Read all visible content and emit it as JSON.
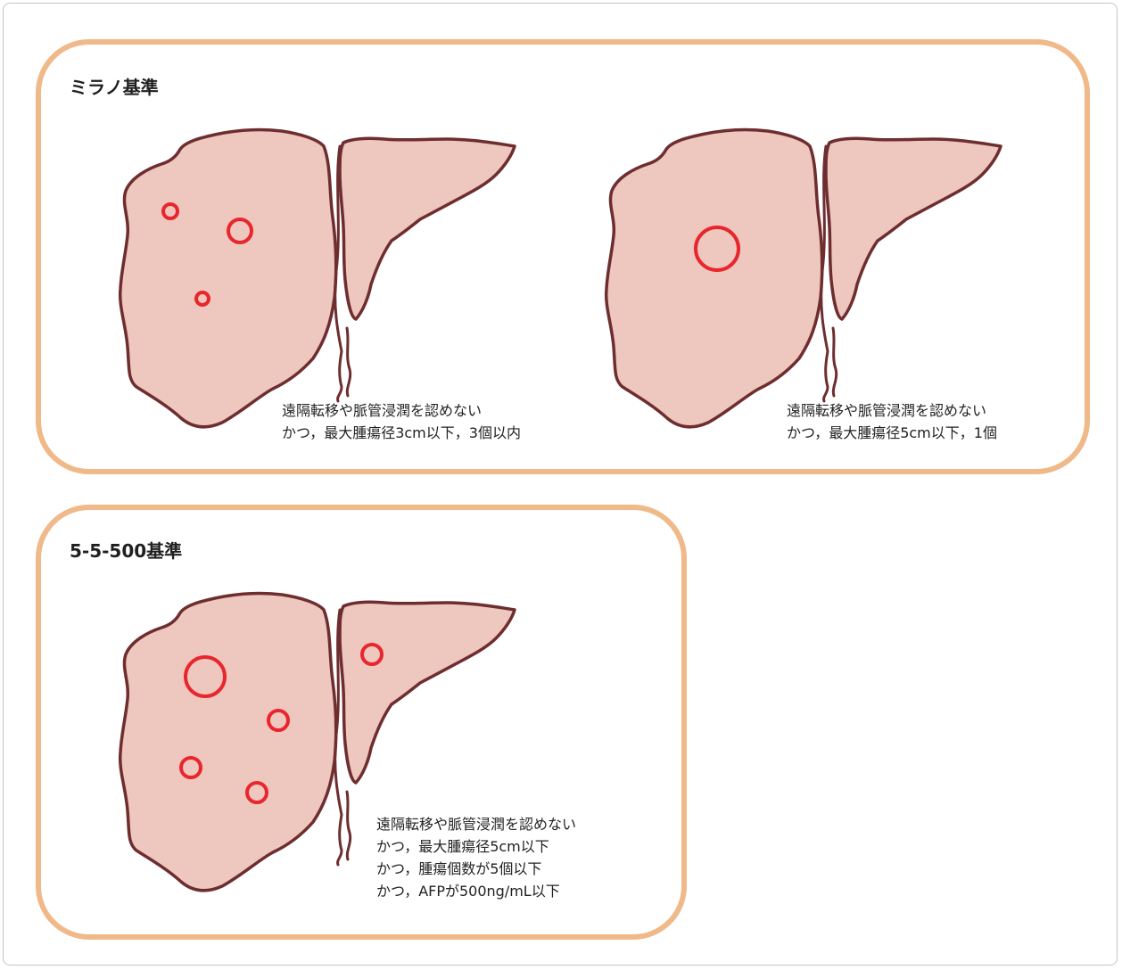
{
  "milan": {
    "title": "ミラノ基準",
    "left_caption": [
      "遠隔転移や脈管浸潤を認めない",
      "かつ，最大腫瘍径3cm以下，3個以内"
    ],
    "right_caption": [
      "遠隔転移や脈管浸潤を認めない",
      "かつ，最大腫瘍径5cm以下，1個"
    ]
  },
  "criteria_555": {
    "title": "5-5-500基準",
    "caption": [
      "遠隔転移や脈管浸潤を認めない",
      "かつ，最大腫瘍径5cm以下",
      "かつ，腫瘍個数が5個以下",
      "かつ，AFPが500ng/mL以下"
    ]
  },
  "colors": {
    "panel_border": "#efb98a",
    "liver_fill": "#eec7bf",
    "liver_outline": "#6e2d2f",
    "tumor": "#e8262d"
  }
}
